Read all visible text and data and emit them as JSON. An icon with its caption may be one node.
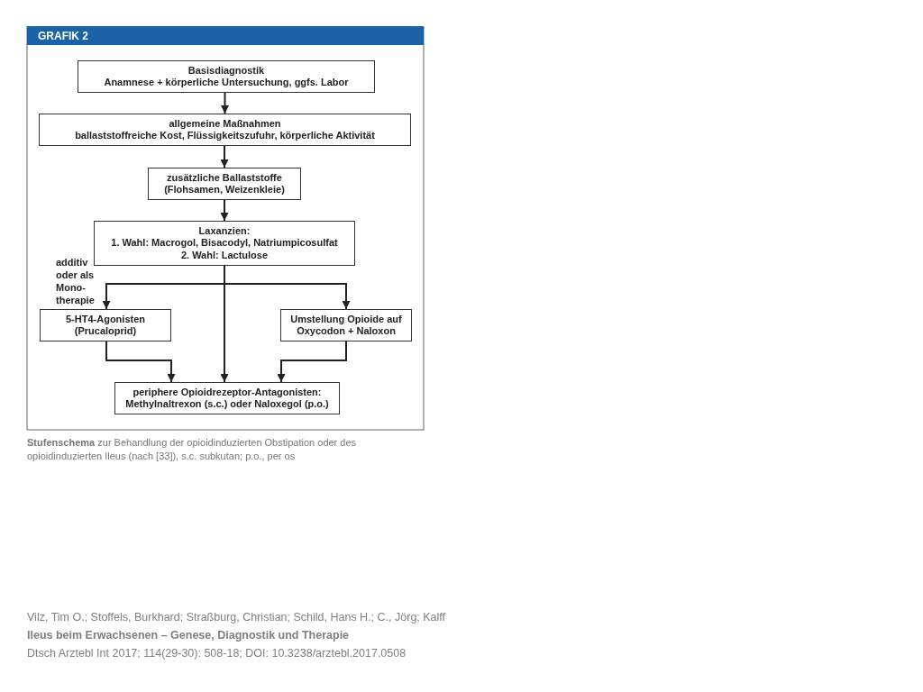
{
  "diagram": {
    "title": "GRAFIK 2",
    "caption": "**Stufenschema** zur Behandlung der opioidinduzierten Obstipation oder des opioidinduzierten Ileus (nach [33]), s.c. subkutan; p.o., per os",
    "nodes": [
      {
        "text": [
          "Basisdiagnostik",
          "Anamnese + körperliche Untersuchung, ggfs. Labor"
        ]
      },
      {
        "text": [
          "allgemeine Maßnahmen",
          "ballaststoffreiche Kost, Flüssigkeitszufuhr, körperliche Aktivität"
        ]
      },
      {
        "text": [
          "zusätzliche Ballaststoffe (Flohsamen, Weizenkleie)"
        ]
      },
      {
        "text": [
          "Laxanzien:",
          "1. Wahl: Macrogol, Bisacodyl, Natriumpicosulfat",
          "2. Wahl: Lactulose"
        ]
      },
      {
        "text": [
          "5-HT4-Agonisten (Prucaloprid)"
        ]
      },
      {
        "text": [
          "Umstellung Opioide auf Oxycodon + Naloxon"
        ]
      },
      {
        "text": [
          "periphere Opioidrezeptor-Antagonisten: Methylnaltrexon (s.c.) oder Naloxegol (p.o.)"
        ]
      }
    ],
    "edges": [
      {
        "from": 0,
        "to": 1,
        "arrow": "to"
      },
      {
        "from": 1,
        "to": 2,
        "arrow": "to"
      },
      {
        "from": 2,
        "to": 3,
        "arrow": "to"
      },
      {
        "from": 3,
        "to": 4,
        "arrow": "to"
      },
      {
        "from": 3,
        "to": 6,
        "arrow": "to"
      },
      {
        "from": 3,
        "to": 5,
        "arrow": "to"
      },
      {
        "from": 4,
        "to": 6,
        "arrow": "to"
      },
      {
        "from": 5,
        "to": 6,
        "arrow": "to"
      }
    ],
    "labels": [
      "additiv oder als Mono-therapie",
      "Vilz, Tim O.; Stoffels, Burkhard; Straßburg, Christian; Schild, Hans H.; C., Jörg; Kalff",
      "Ileus beim Erwachsenen – Genese, Diagnostik und Therapie",
      "Dtsch Arztebl Int 2017; 114(29-30): 508-18; DOI: 10.3238/arztebl.2017.0508"
    ]
  }
}
